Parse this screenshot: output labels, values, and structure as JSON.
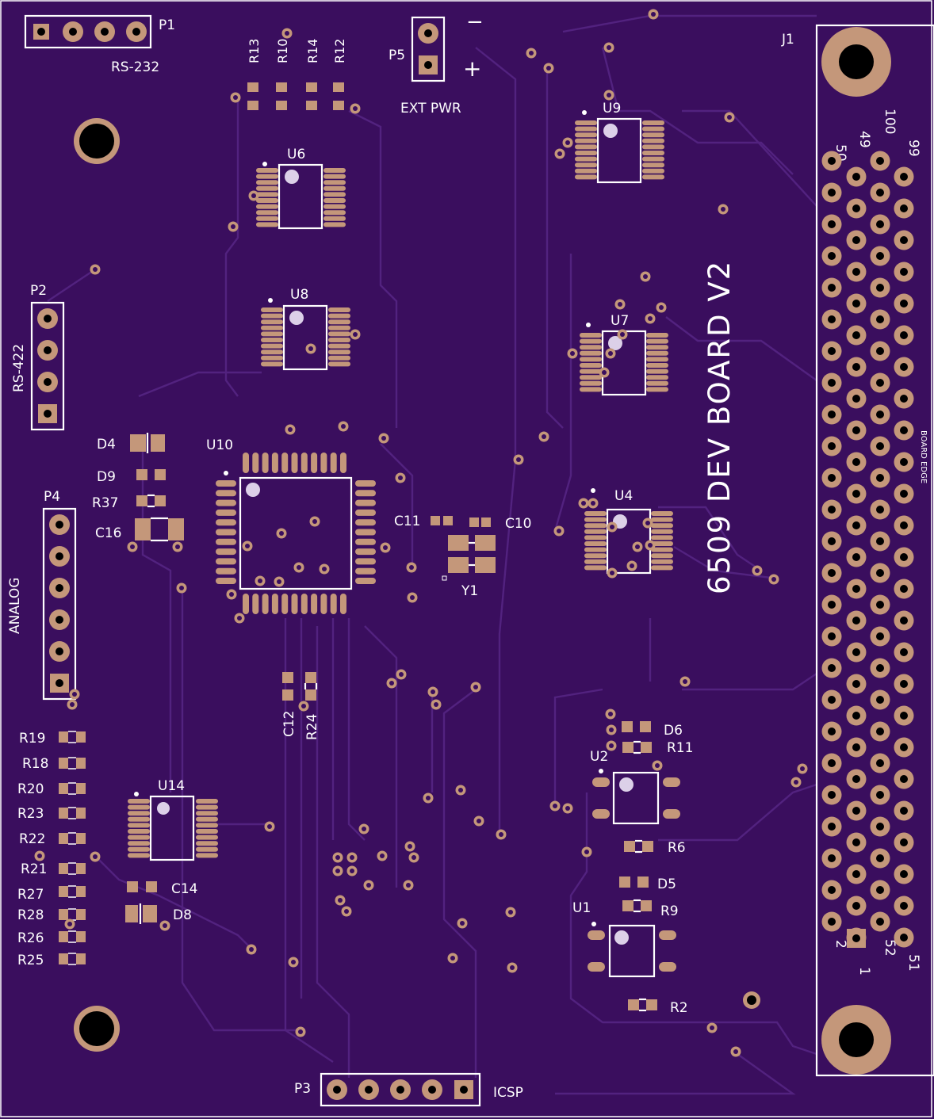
{
  "board_title": "6509 DEV BOARD V2",
  "board_edge_label": "BOARD EDGE",
  "connectors": {
    "p1": {
      "ref": "P1",
      "label": "RS-232"
    },
    "p2": {
      "ref": "P2",
      "label": "RS-422"
    },
    "p3": {
      "ref": "P3",
      "label": "ICSP"
    },
    "p4": {
      "ref": "P4",
      "label": "ANALOG"
    },
    "p5": {
      "ref": "P5",
      "label": "EXT PWR",
      "minus": "−",
      "plus": "+"
    },
    "j1": {
      "ref": "J1",
      "pin_labels": {
        "p50": "50",
        "p49": "49",
        "p100": "100",
        "p99": "99",
        "p2": "2",
        "p1": "1",
        "p52": "52",
        "p51": "51"
      }
    }
  },
  "chips": {
    "u1": "U1",
    "u2": "U2",
    "u4": "U4",
    "u6": "U6",
    "u7": "U7",
    "u8": "U8",
    "u9": "U9",
    "u10": "U10",
    "u14": "U14",
    "y1": "Y1"
  },
  "passives": {
    "r13": "R13",
    "r10": "R10",
    "r14": "R14",
    "r12": "R12",
    "d4": "D4",
    "d9": "D9",
    "r37": "R37",
    "c16": "C16",
    "c11": "C11",
    "c10": "C10",
    "c12": "C12",
    "r24": "R24",
    "r19": "R19",
    "r18": "R18",
    "r20": "R20",
    "r23": "R23",
    "r22": "R22",
    "r21": "R21",
    "r27": "R27",
    "r28": "R28",
    "r26": "R26",
    "r25": "R25",
    "c14": "C14",
    "d8": "D8",
    "d6": "D6",
    "r11": "R11",
    "r6": "R6",
    "d5": "D5",
    "r9": "R9",
    "r2": "R2"
  },
  "colors": {
    "board": "#3a0e5e",
    "trace": "#52227f",
    "copper": "#c4977a",
    "silkscreen": "#ffffff"
  }
}
